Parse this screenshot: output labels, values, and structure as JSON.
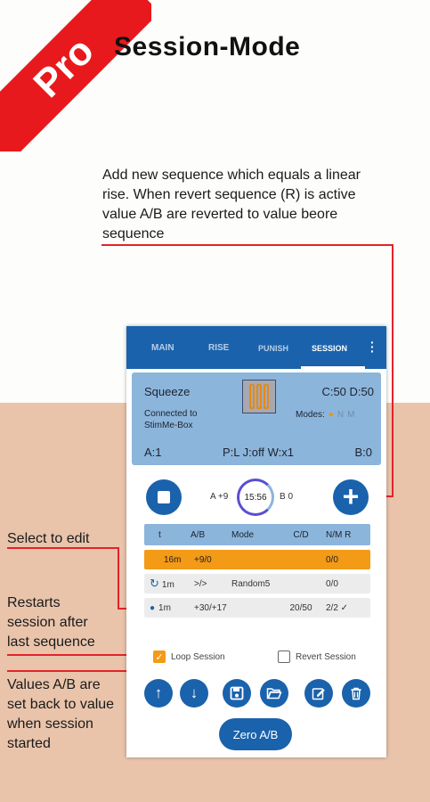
{
  "hero": {
    "badge": "Pro",
    "title": "Session-Mode"
  },
  "annotations": {
    "add_sequence": "Add new sequence which equals a linear rise. When revert sequence (R) is active value A/B are reverted to value beore sequence",
    "select_to_edit": "Select to edit",
    "restarts": "Restarts session after last sequence",
    "values_reset": "Values A/B are set back to value when session started"
  },
  "tabs": [
    {
      "label": "MAIN"
    },
    {
      "label": "RISE"
    },
    {
      "label": "PUNISH"
    },
    {
      "label": "SESSION"
    }
  ],
  "status": {
    "name": "Squeeze",
    "cd": "C:50 D:50",
    "connection": "Connected to StimMe-Box",
    "modes_label": "Modes:",
    "mode_n": "N",
    "mode_m": "M",
    "a_value": "A:1",
    "mid": "P:L J:off W:x1",
    "b_value": "B:0"
  },
  "controls": {
    "a_label": "A +9",
    "timer": "15:56",
    "b_label": "B 0"
  },
  "table": {
    "headers": [
      "t",
      "A/B",
      "Mode",
      "C/D",
      "N/M R"
    ],
    "rows": [
      {
        "t": "16m",
        "ab": "+9/0",
        "mode": "",
        "cd": "",
        "nm": "0/0"
      },
      {
        "t": "1m",
        "ab": ">/>",
        "mode": "Random5",
        "cd": "",
        "nm": "0/0"
      },
      {
        "t": "1m",
        "ab": "+30/+17",
        "mode": "",
        "cd": "20/50",
        "nm": "2/2 ✓"
      }
    ]
  },
  "checks": {
    "loop_label": "Loop Session",
    "revert_label": "Revert Session"
  },
  "buttons": {
    "zero_label": "Zero A/B"
  },
  "colors": {
    "primary": "#1a62ac",
    "accent": "#f39a16",
    "status_bg": "#8cb5db",
    "ribbon": "#e8191c",
    "annotation_line": "#e3232a"
  }
}
